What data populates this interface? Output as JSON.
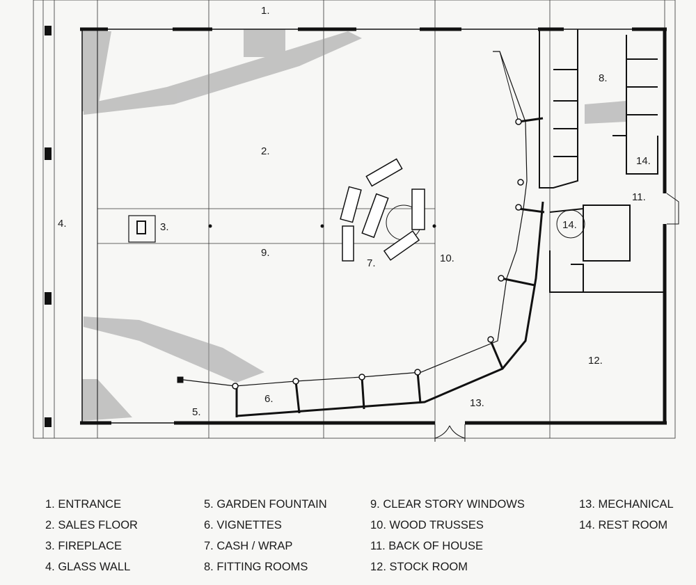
{
  "plan_labels": {
    "l1": "1.",
    "l2": "2.",
    "l3": "3.",
    "l4": "4.",
    "l5": "5.",
    "l6": "6.",
    "l7": "7.",
    "l8": "8.",
    "l9": "9.",
    "l10": "10.",
    "l11": "11.",
    "l12": "12.",
    "l13": "13.",
    "l14a": "14.",
    "l14b": "14."
  },
  "legend": {
    "col1": [
      "1. ENTRANCE",
      "2. SALES FLOOR",
      "3. FIREPLACE",
      "4. GLASS WALL"
    ],
    "col2": [
      "5. GARDEN FOUNTAIN",
      "6. VIGNETTES",
      "7. CASH / WRAP",
      "8. FITTING ROOMS"
    ],
    "col3": [
      "9. CLEAR STORY WINDOWS",
      "10. WOOD TRUSSES",
      "11. BACK OF HOUSE",
      "12. STOCK ROOM"
    ],
    "col4": [
      "13. MECHANICAL",
      "14. REST ROOM"
    ]
  },
  "colors": {
    "ink": "#1a1a1a",
    "paper": "#f7f7f5",
    "hatch": "#888888"
  }
}
